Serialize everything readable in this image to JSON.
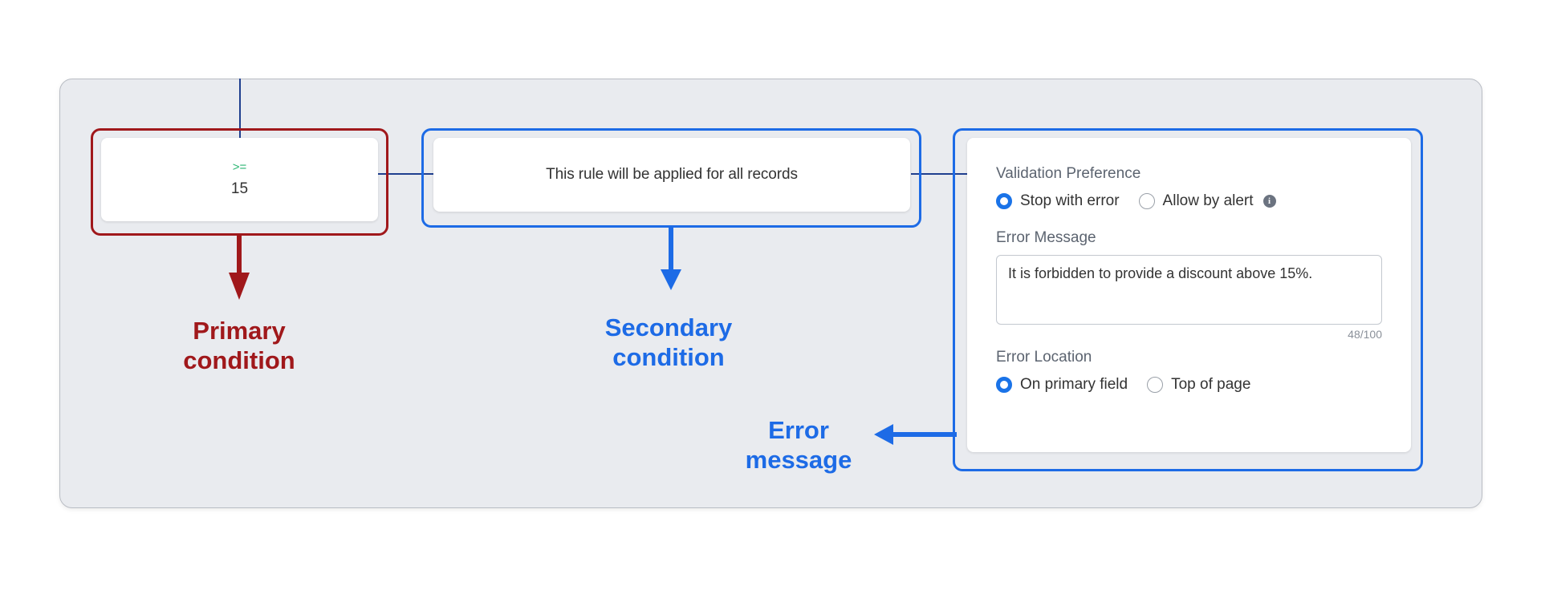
{
  "primary_card": {
    "operator": ">=",
    "value": "15"
  },
  "secondary_card": {
    "text": "This rule will be applied for all records"
  },
  "error_card": {
    "validation_preference_label": "Validation Preference",
    "validation_options": [
      {
        "label": "Stop with error",
        "selected": true
      },
      {
        "label": "Allow by alert",
        "selected": false
      }
    ],
    "error_message_label": "Error Message",
    "error_message_value": "It is forbidden to provide a discount above 15%.",
    "char_counter": "48/100",
    "error_location_label": "Error Location",
    "location_options": [
      {
        "label": "On primary field",
        "selected": true
      },
      {
        "label": "Top of page",
        "selected": false
      }
    ]
  },
  "annotations": {
    "primary": {
      "line1": "Primary",
      "line2": "condition"
    },
    "secondary": {
      "line1": "Secondary",
      "line2": "condition"
    },
    "error": {
      "line1": "Error",
      "line2": "message"
    }
  },
  "colors": {
    "accent_red": "#a0181b",
    "accent_blue": "#1d6be6",
    "radio_selected": "#1a73e8",
    "operator_green": "#2bb673"
  },
  "icons": {
    "info": "info-icon",
    "radio_on": "radio-selected-icon",
    "radio_off": "radio-unselected-icon"
  }
}
